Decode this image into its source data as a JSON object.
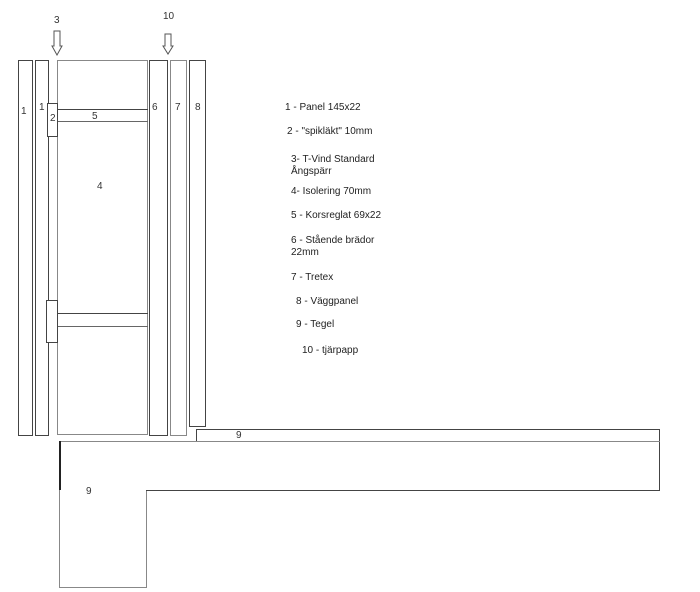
{
  "diagram": {
    "arrow_labels": {
      "a3": "3",
      "a10": "10"
    },
    "part_labels": {
      "p1a": "1",
      "p1b": "1",
      "p2": "2",
      "p4": "4",
      "p5": "5",
      "p6": "6",
      "p7": "7",
      "p8": "8",
      "p9_strip": "9",
      "p9_block": "9"
    },
    "legend": [
      {
        "line1": "1 - Panel 145x22",
        "line2": ""
      },
      {
        "line1": "2 - \"spikläkt\" 10mm",
        "line2": ""
      },
      {
        "line1": "3- T-Vind Standard",
        "line2": "Ångspärr"
      },
      {
        "line1": "4- Isolering 70mm",
        "line2": ""
      },
      {
        "line1": "5 - Korsreglat 69x22",
        "line2": ""
      },
      {
        "line1": "6 - Stående brädor",
        "line2": "22mm"
      },
      {
        "line1": "7 - Tretex",
        "line2": ""
      },
      {
        "line1": "8 - Väggpanel",
        "line2": ""
      },
      {
        "line1": "9 - Tegel",
        "line2": ""
      },
      {
        "line1": "10 - tjärpapp",
        "line2": ""
      }
    ]
  }
}
